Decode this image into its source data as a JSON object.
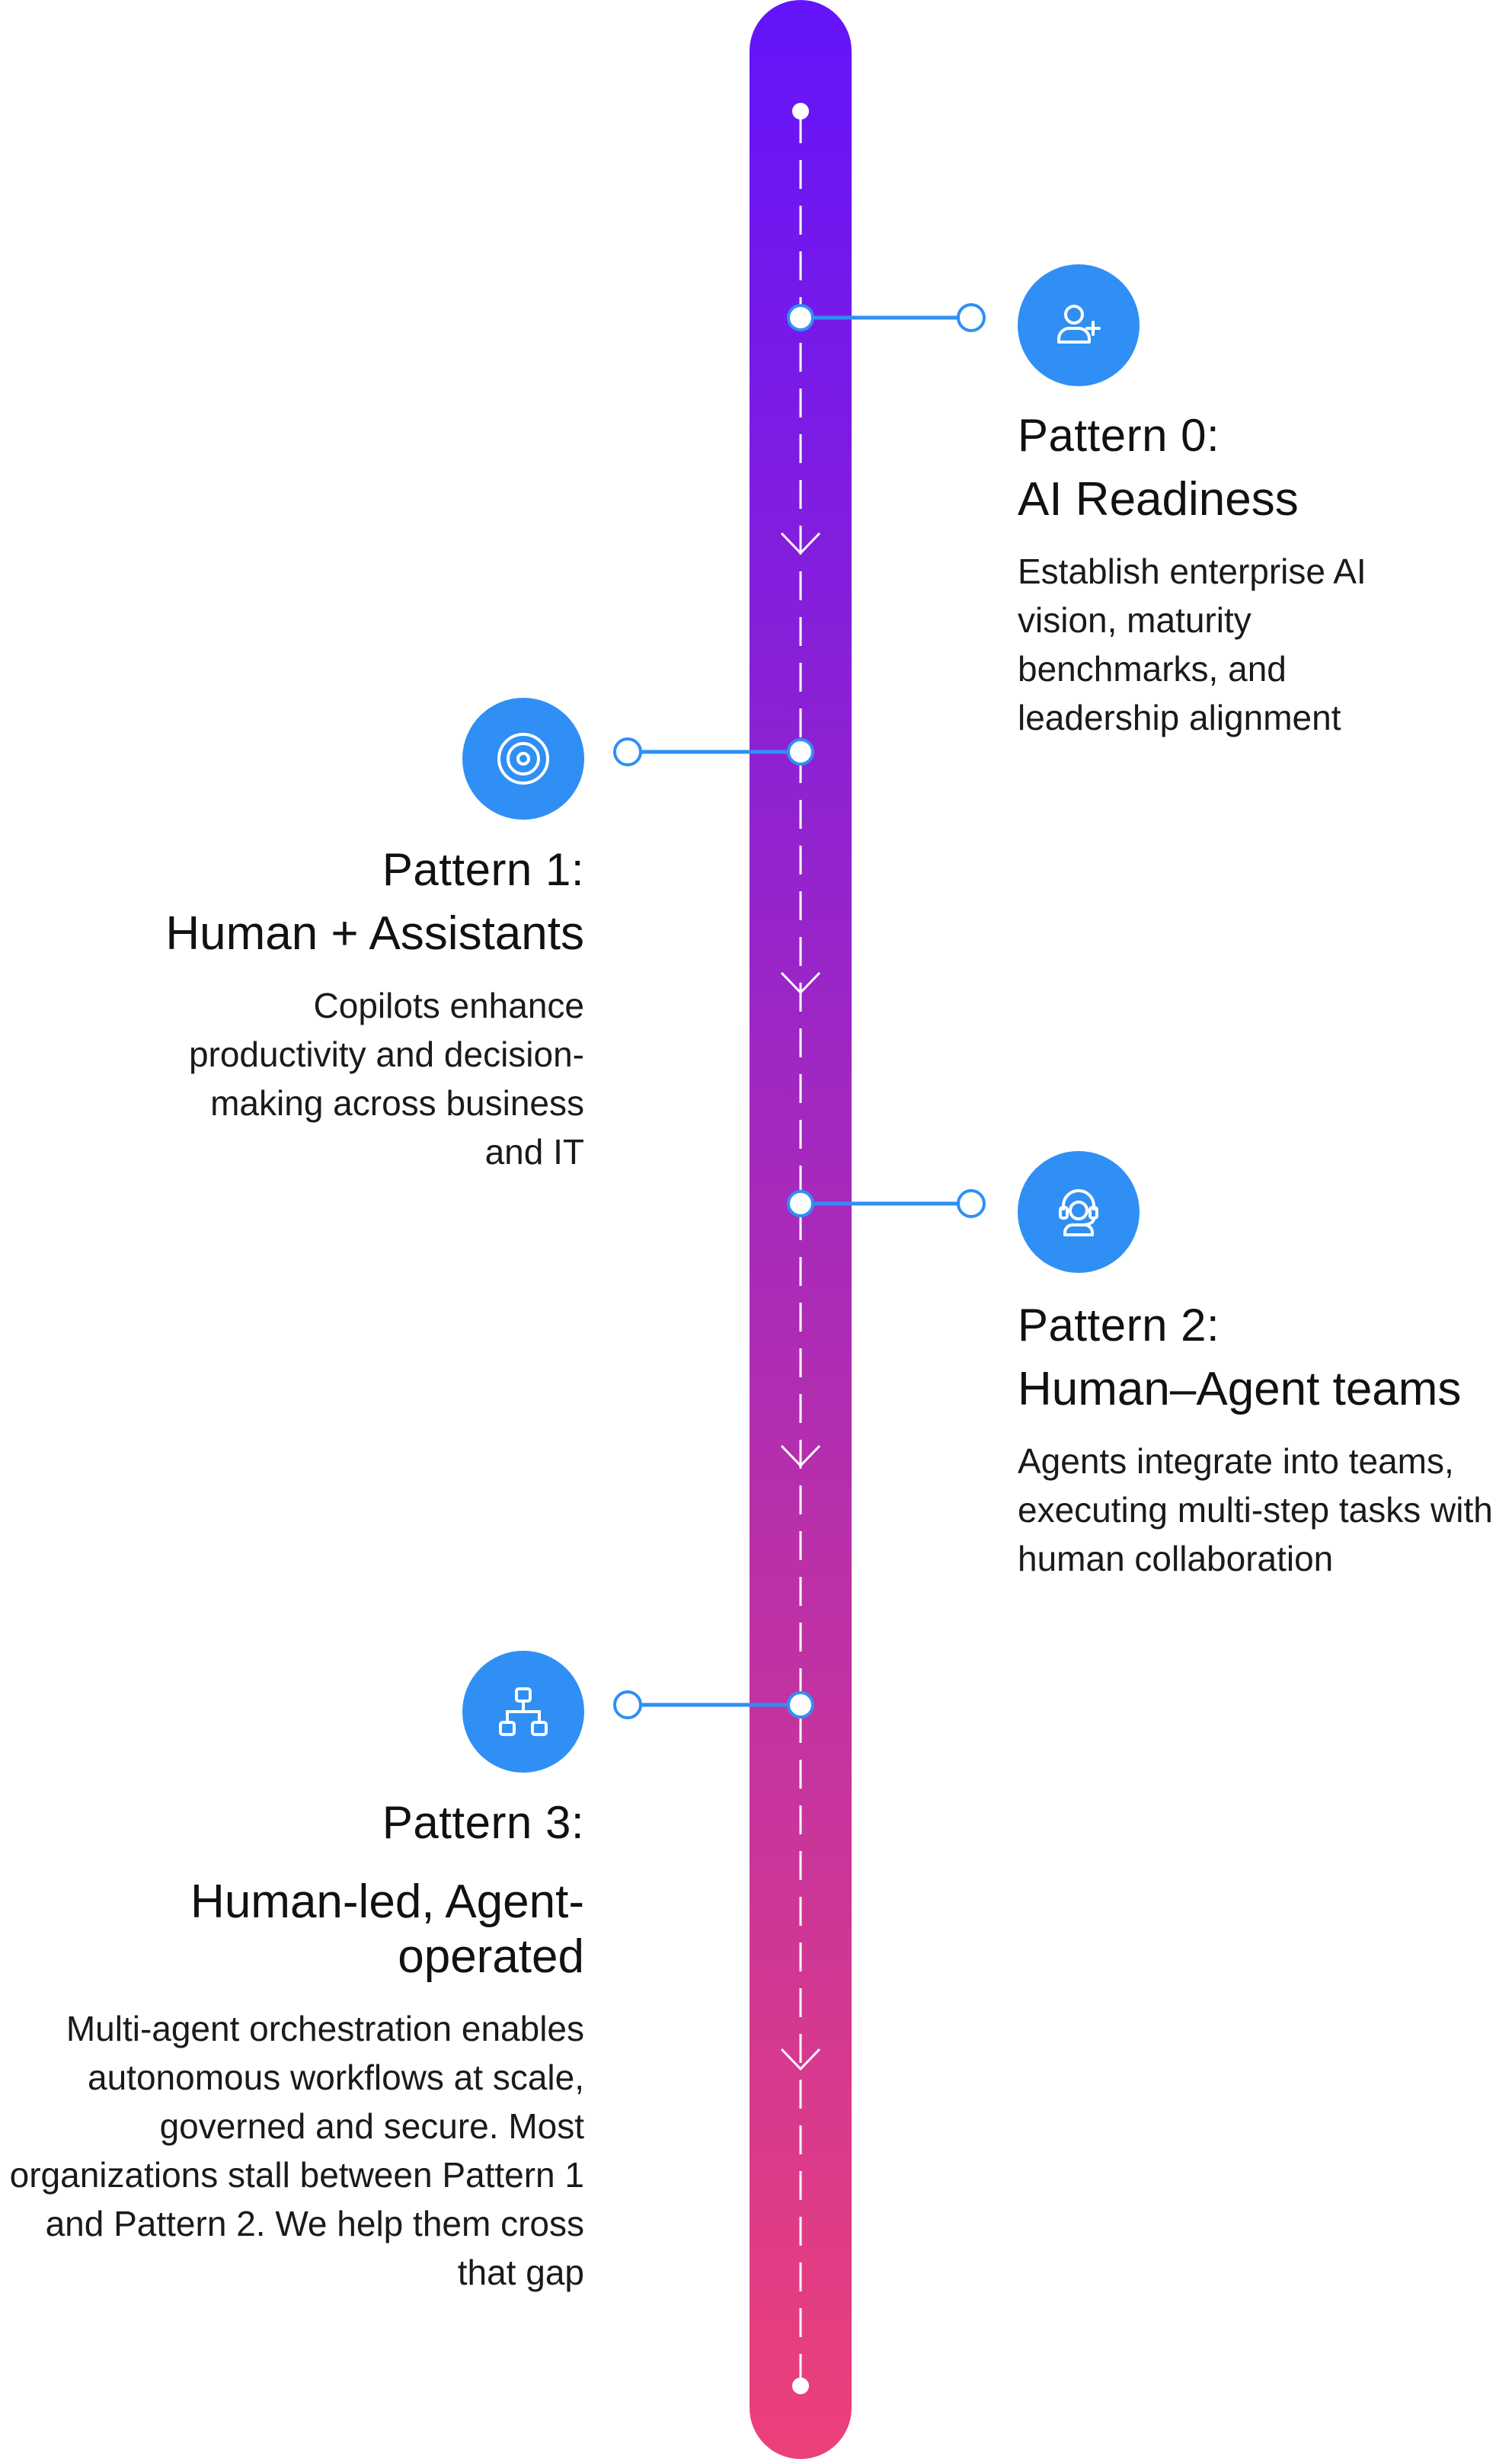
{
  "colors": {
    "gradient_top": "#6414fa",
    "gradient_bottom": "#ec407a",
    "connector": "#2f8ff5",
    "icon_bg": "#2f8ff5"
  },
  "patterns": [
    {
      "title": "Pattern 0:",
      "subtitle": "AI Readiness",
      "description": "Establish enterprise AI vision, maturity benchmarks, and leadership alignment",
      "icon": "add-user-icon",
      "side": "right"
    },
    {
      "title": "Pattern 1:",
      "subtitle": "Human + Assistants",
      "description": "Copilots enhance productivity and decision-making across business and IT",
      "icon": "target-icon",
      "side": "left"
    },
    {
      "title": "Pattern 2:",
      "subtitle": "Human–Agent teams",
      "description": "Agents integrate into teams, executing multi-step tasks with human collaboration",
      "icon": "headset-agent-icon",
      "side": "right"
    },
    {
      "title": "Pattern 3:",
      "subtitle": "Human-led, Agent-operated",
      "description": "Multi-agent orchestration enables autonomous workflows at scale, governed and secure. Most organizations stall between Pattern 1 and Pattern 2. We help them cross that gap",
      "icon": "org-chart-icon",
      "side": "left"
    }
  ]
}
